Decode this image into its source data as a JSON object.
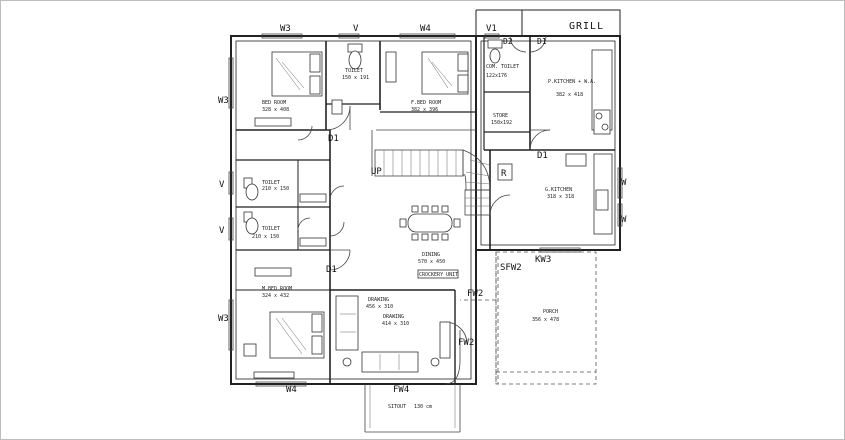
{
  "markers": {
    "w3_top": "W3",
    "v_top": "V",
    "w4_top": "W4",
    "v1": "V1",
    "grill": "GRILL",
    "d2": "D2",
    "d1_top": "D1",
    "w3_left_top": "W3",
    "d1_left": "D1",
    "up": "UP",
    "d1_kitchen": "D1",
    "v_left_1": "V",
    "v_left_2": "V",
    "w_right_1": "W",
    "w_right_2": "W",
    "kw3": "KW3",
    "sfw2": "SFW2",
    "d1_lower": "D1",
    "fw2_top": "FW2",
    "fw2_side": "FW2",
    "w3_left_bottom": "W3",
    "w4_bottom": "W4",
    "fw4": "FW4",
    "r": "R"
  },
  "rooms": {
    "bed_room": {
      "name": "BED ROOM",
      "size": "328 x 408"
    },
    "toilet_top": {
      "name": "TOILET",
      "size": "150 x 191"
    },
    "f_bed_room": {
      "name": "F.BED ROOM",
      "size": "382 x 396"
    },
    "com_toilet": {
      "name": "COM. TOILET",
      "size": "122x176"
    },
    "store": {
      "name": "STORE",
      "size": "150x192"
    },
    "p_kitchen": {
      "name": "P.KITCHEN + W.A.",
      "size": "382 x 418"
    },
    "toilet_left_1": {
      "name": "TOILET",
      "size": "210 x 150"
    },
    "toilet_left_2": {
      "name": "TOILET",
      "size": "210 x 150"
    },
    "dining": {
      "name": "DINING",
      "size": "570 x 450"
    },
    "crockery": {
      "name": "CROCKERY UNIT"
    },
    "g_kitchen": {
      "name": "G.KITCHEN",
      "size": "318 x 318"
    },
    "m_bed_room": {
      "name": "M.BED ROOM",
      "size": "324 x 432"
    },
    "drawing_upper": {
      "name": "DRAWING",
      "size": "456 x 310"
    },
    "drawing_lower": {
      "name": "DRAWING",
      "size": "414 x 310"
    },
    "porch": {
      "name": "PORCH",
      "size": "356 x 478"
    },
    "sitout": {
      "name": "SITOUT",
      "size": "130 cm"
    }
  },
  "colors": {
    "line": "#222222",
    "background": "#ffffff",
    "frame": "#bdbdbd"
  }
}
